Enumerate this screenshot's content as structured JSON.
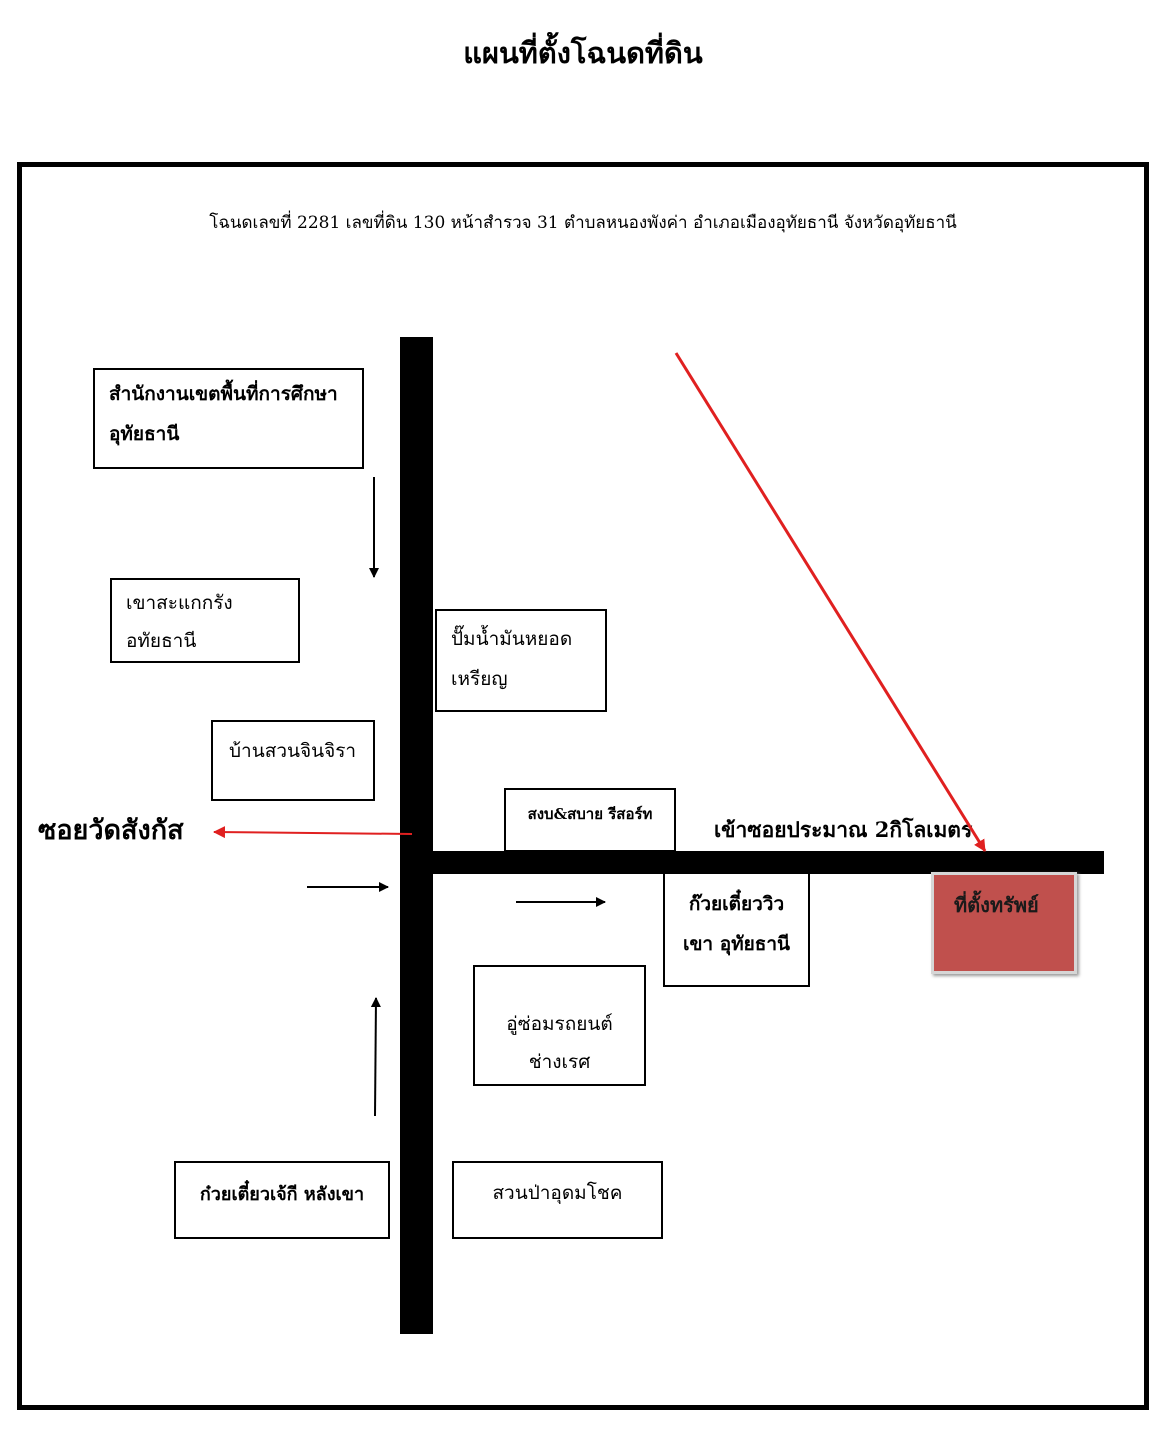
{
  "title": "แผนที่ตั้งโฉนดที่ดิน",
  "deed_info": "โฉนดเลขที่ 2281  เลขที่ดิน 130  หน้าสำรวจ 31  ตำบลหนองพังค่า  อำเภอเมืองอุทัยธานี จังหวัดอุทัยธานี",
  "landmarks": {
    "education_office": [
      "สำนักงานเขตพื้นที่การศึกษา",
      "อุทัยธานี"
    ],
    "khao_sakae_krang": [
      "เขาสะแกกรัง",
      "อทัยธานี"
    ],
    "ban_suan_jinjira": "บ้านสวนจินจิรา",
    "gas_station": [
      "ปั๊มน้ำมันหยอด",
      "เหรียญ"
    ],
    "resort": "สงบ&สบาย รีสอร์ท",
    "noodle_khao": [
      "ก๊วยเตี๋ยววิว",
      "เขา อุทัยธานี"
    ],
    "garage": [
      "อู่ซ่อมรถยนต์",
      "ช่างเรศ"
    ],
    "noodle_jaeki": "ก๋วยเตี๋ยวเจ้กี หลังเขา",
    "park": "สวนป่าอุดมโชค"
  },
  "soi_label": "ซอยวัดสังกัส",
  "entry_label": "เข้าซอยประมาณ 2กิโลเมตร",
  "target_label": "ที่ตั้งทรัพย์",
  "colors": {
    "pointer_red": "#e02020",
    "target_fill": "#c0504d"
  }
}
